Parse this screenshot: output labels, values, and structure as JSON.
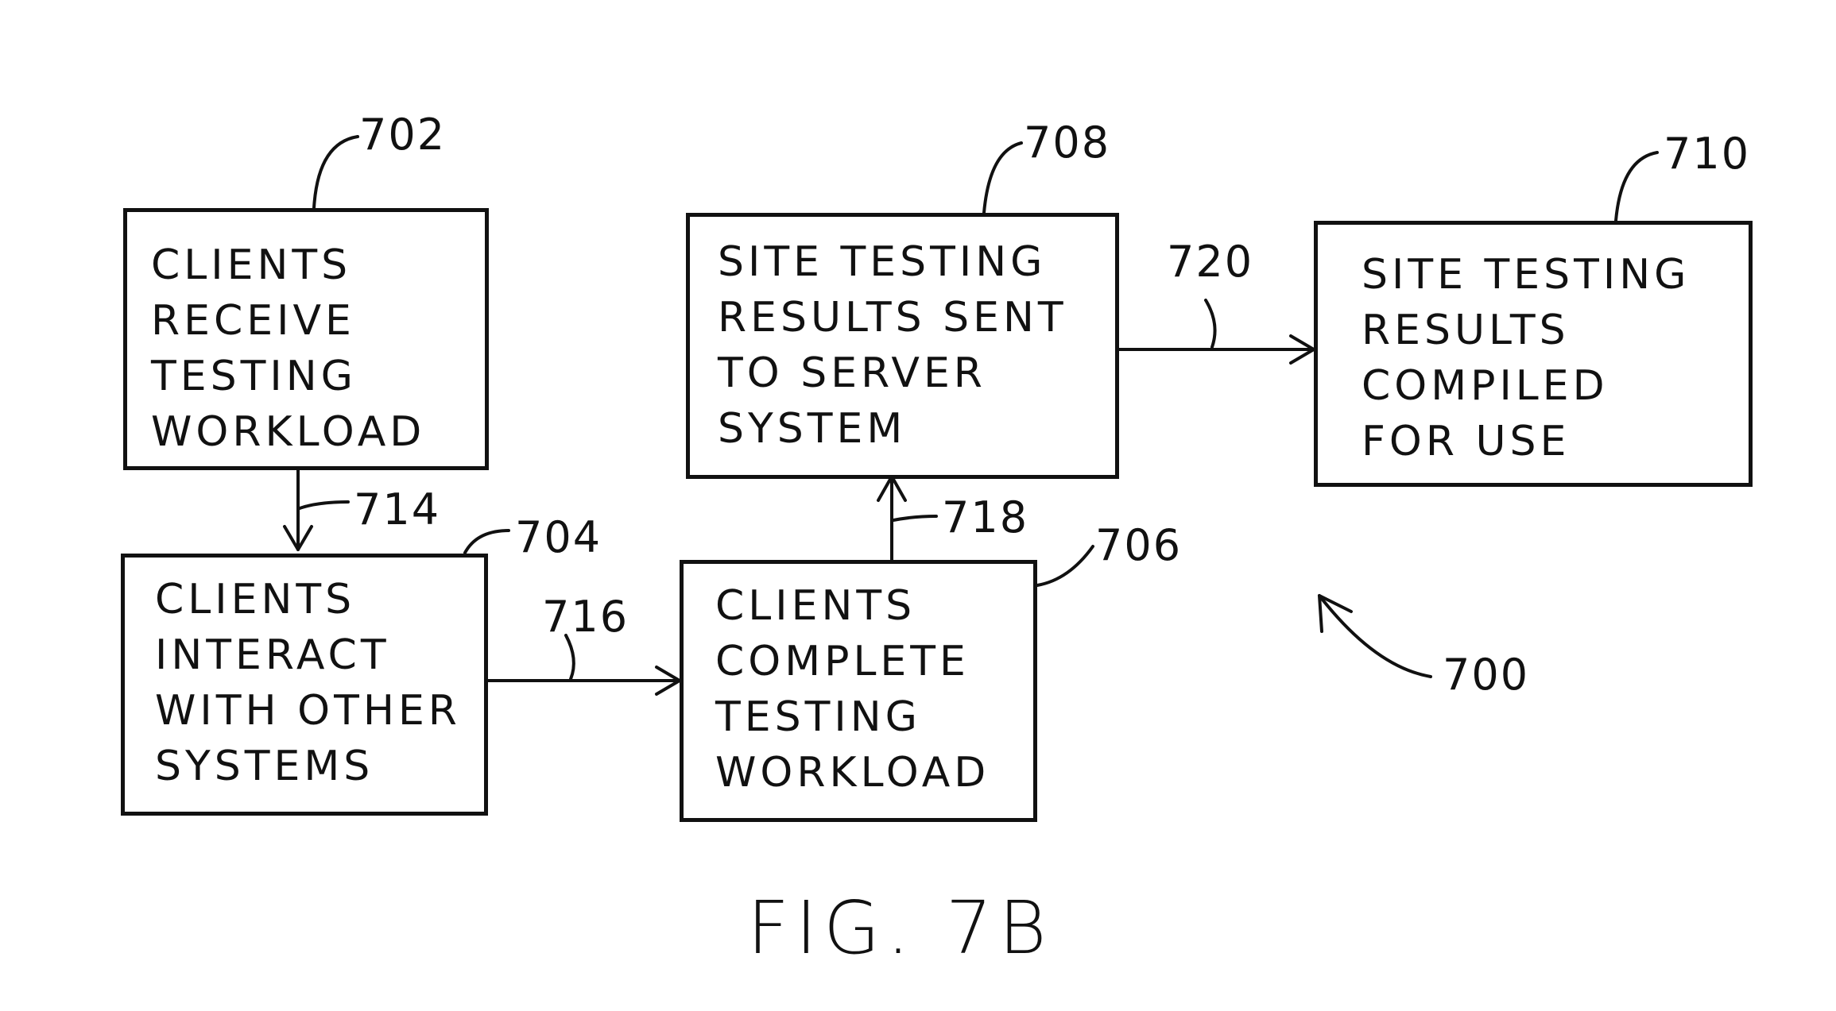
{
  "boxes": {
    "b702": {
      "lines": [
        "CLIENTS",
        "RECEIVE",
        "TESTING",
        "WORKLOAD"
      ]
    },
    "b704": {
      "lines": [
        "CLIENTS",
        "INTERACT",
        "WITH OTHER",
        "SYSTEMS"
      ]
    },
    "b706": {
      "lines": [
        "CLIENTS",
        "COMPLETE",
        "TESTING",
        "WORKLOAD"
      ]
    },
    "b708": {
      "lines": [
        "SITE TESTING",
        "RESULTS SENT",
        "TO SERVER",
        "SYSTEM"
      ]
    },
    "b710": {
      "lines": [
        "SITE TESTING",
        "RESULTS",
        "COMPILED",
        "FOR USE"
      ]
    }
  },
  "refs": {
    "r702": "702",
    "r704": "704",
    "r706": "706",
    "r708": "708",
    "r710": "710",
    "r714": "714",
    "r716": "716",
    "r718": "718",
    "r720": "720",
    "r700": "700"
  },
  "figure_label": "FIG. 7B"
}
